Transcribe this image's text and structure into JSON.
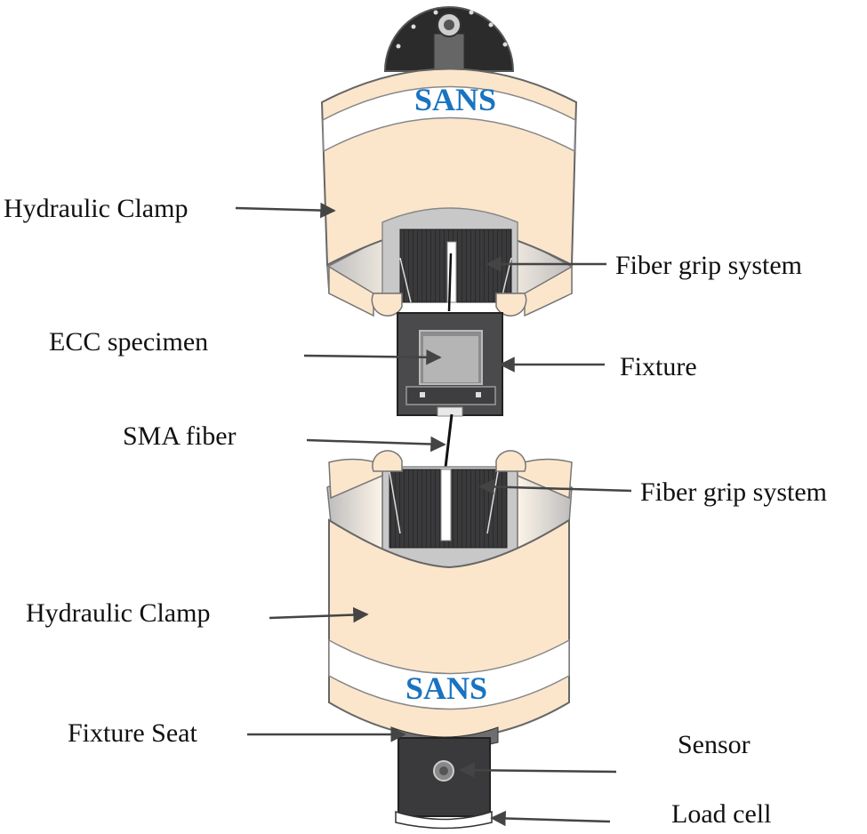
{
  "labels": {
    "hydraulic_clamp_top": "Hydraulic Clamp",
    "fiber_grip_top": "Fiber grip system",
    "ecc_specimen": "ECC specimen",
    "fixture": "Fixture",
    "sma_fiber": "SMA fiber",
    "fiber_grip_bottom": "Fiber grip system",
    "hydraulic_clamp_bottom": "Hydraulic Clamp",
    "fixture_seat": "Fixture Seat",
    "sensor": "Sensor",
    "load_cell": "Load cell"
  },
  "brand": {
    "top": "SANS",
    "bottom": "SANS"
  },
  "colors": {
    "clamp_body": "#fbe6cc",
    "band": "#ffffff",
    "brand_text": "#1a73c0",
    "grip_dark": "#3a3a3c",
    "grip_frame": "#c8c8c8",
    "fixture_body": "#4a4a4c",
    "arrow": "#444444",
    "outline": "#555555"
  }
}
